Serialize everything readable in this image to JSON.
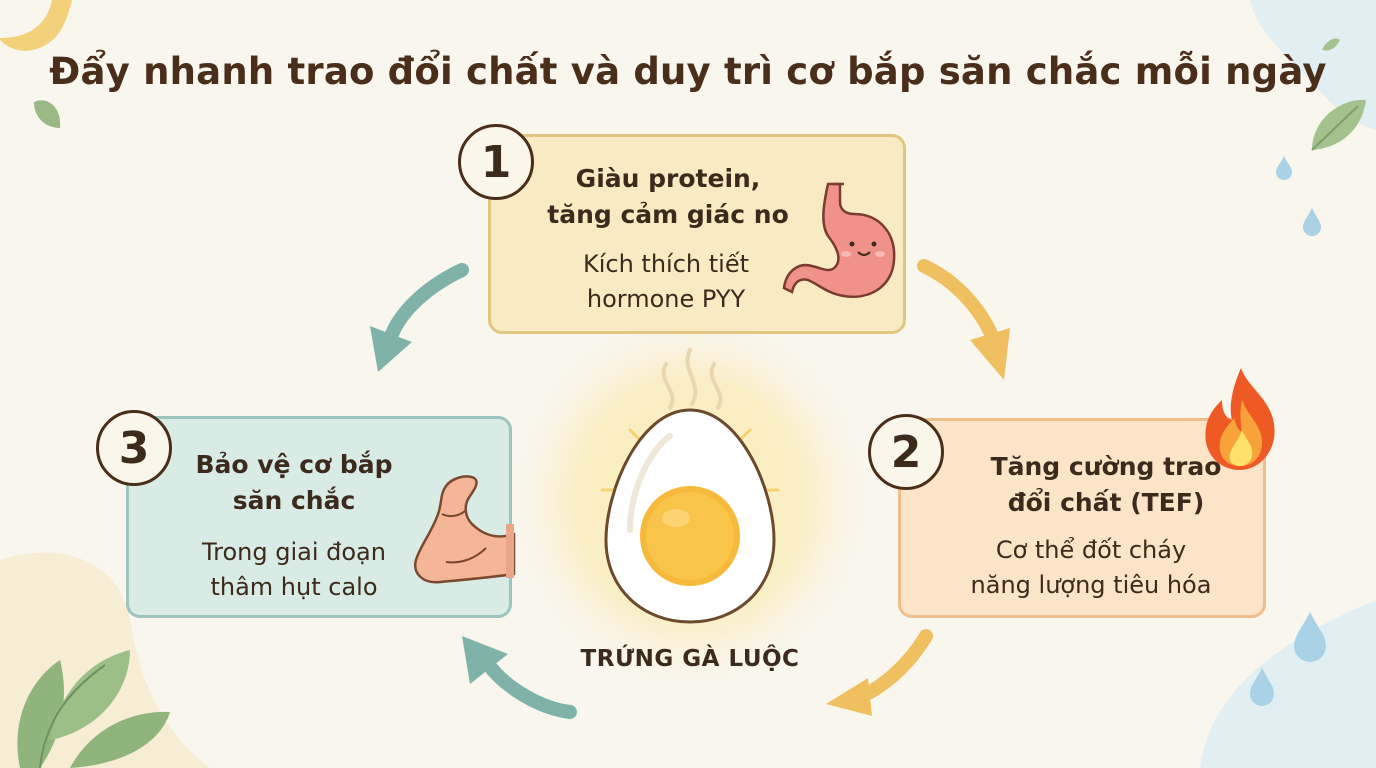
{
  "title": "Đẩy nhanh trao đổi chất và duy trì cơ bắp săn chắc mỗi ngày",
  "center": {
    "label": "TRỨNG GÀ LUỘC",
    "icon": "boiled-egg-icon"
  },
  "steps": [
    {
      "number": "1",
      "title": "Giàu protein,\ntăng cảm giác no",
      "desc": "Kích thích tiết\nhormone PYY",
      "icon": "stomach-icon",
      "color": "#f8ebc4"
    },
    {
      "number": "2",
      "title": "Tăng cường trao\nđổi chất (TEF)",
      "desc": "Cơ thể đốt cháy\nnăng lượng tiêu hóa",
      "icon": "fire-icon",
      "color": "#fbe4c8"
    },
    {
      "number": "3",
      "title": "Bảo vệ cơ bắp\nsăn chắc",
      "desc": "Trong giai đoạn\nthâm hụt calo",
      "icon": "flexed-arm-icon",
      "color": "#d8ebe5"
    }
  ],
  "colors": {
    "title": "#4a2e1a",
    "arrow_warm": "#f0c060",
    "arrow_cool": "#7fb3aa"
  }
}
